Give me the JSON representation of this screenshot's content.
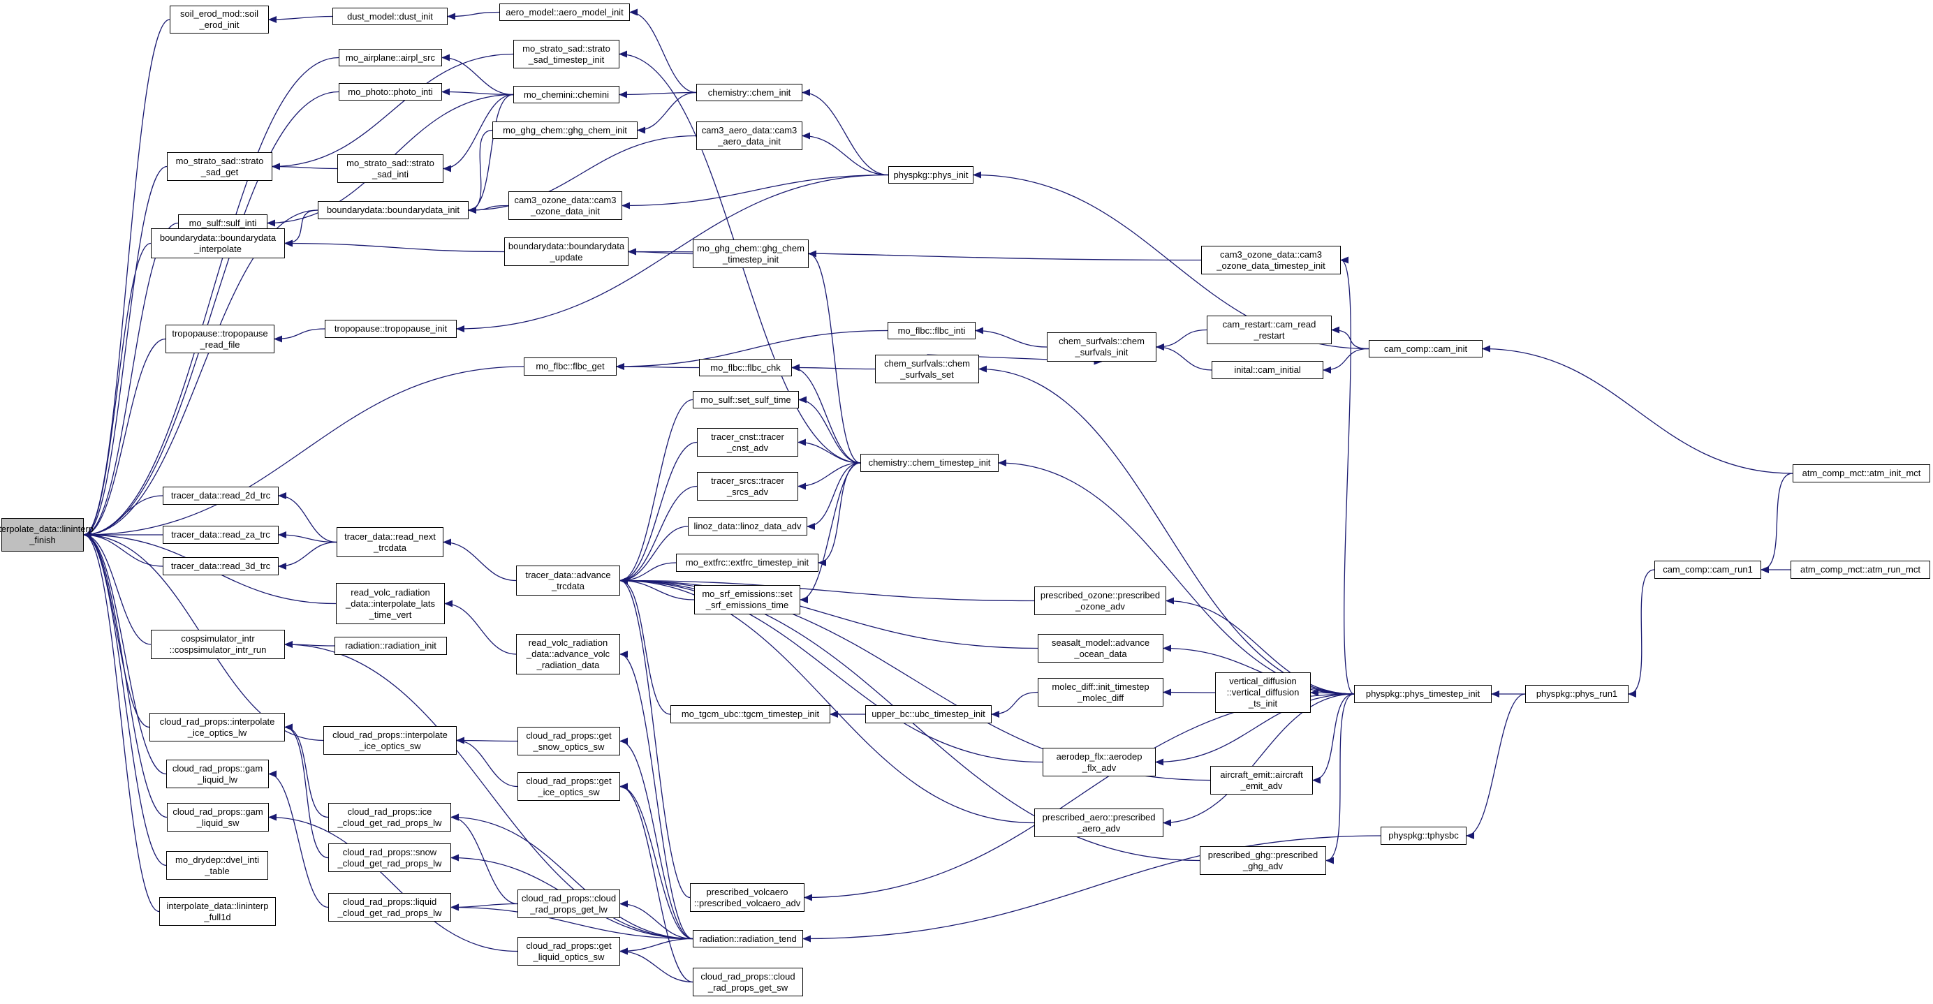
{
  "graph": {
    "root": "interpolate_data::lininterp_finish",
    "edge_color": "#191970",
    "node_border_color": "#000000",
    "root_fill_color": "#bfbfbf",
    "nodes": [
      {
        "id": "lininterp_finish",
        "label": "interpolate_data::lininterp\n_finish"
      },
      {
        "id": "soil_erod_init",
        "label": "soil_erod_mod::soil\n_erod_init"
      },
      {
        "id": "dust_init",
        "label": "dust_model::dust_init"
      },
      {
        "id": "aero_model_init",
        "label": "aero_model::aero_model_init"
      },
      {
        "id": "airpl_src",
        "label": "mo_airplane::airpl_src"
      },
      {
        "id": "strato_sad_timestep_init",
        "label": "mo_strato_sad::strato\n_sad_timestep_init"
      },
      {
        "id": "photo_inti",
        "label": "mo_photo::photo_inti"
      },
      {
        "id": "chemini",
        "label": "mo_chemini::chemini"
      },
      {
        "id": "chem_init",
        "label": "chemistry::chem_init"
      },
      {
        "id": "ghg_chem_init",
        "label": "mo_ghg_chem::ghg_chem_init"
      },
      {
        "id": "strato_sad_get",
        "label": "mo_strato_sad::strato\n_sad_get"
      },
      {
        "id": "strato_sad_inti",
        "label": "mo_strato_sad::strato\n_sad_inti"
      },
      {
        "id": "cam3_aero_data_init",
        "label": "cam3_aero_data::cam3\n_aero_data_init"
      },
      {
        "id": "phys_init",
        "label": "physpkg::phys_init"
      },
      {
        "id": "sulf_inti",
        "label": "mo_sulf::sulf_inti"
      },
      {
        "id": "cam3_ozone_data_init",
        "label": "cam3_ozone_data::cam3\n_ozone_data_init"
      },
      {
        "id": "boundarydata_init",
        "label": "boundarydata::boundarydata_init"
      },
      {
        "id": "boundarydata_interpolate",
        "label": "boundarydata::boundarydata\n_interpolate"
      },
      {
        "id": "boundarydata_update",
        "label": "boundarydata::boundarydata\n_update"
      },
      {
        "id": "ghg_chem_timestep_init",
        "label": "mo_ghg_chem::ghg_chem\n_timestep_init"
      },
      {
        "id": "cam3_ozone_data_timestep_init",
        "label": "cam3_ozone_data::cam3\n_ozone_data_timestep_init"
      },
      {
        "id": "tropopause_read_file",
        "label": "tropopause::tropopause\n_read_file"
      },
      {
        "id": "tropopause_init",
        "label": "tropopause::tropopause_init"
      },
      {
        "id": "cam_read_restart",
        "label": "cam_restart::cam_read\n_restart"
      },
      {
        "id": "flbc_inti",
        "label": "mo_flbc::flbc_inti"
      },
      {
        "id": "chem_surfvals_init",
        "label": "chem_surfvals::chem\n_surfvals_init"
      },
      {
        "id": "cam_init",
        "label": "cam_comp::cam_init"
      },
      {
        "id": "flbc_get",
        "label": "mo_flbc::flbc_get"
      },
      {
        "id": "flbc_chk",
        "label": "mo_flbc::flbc_chk"
      },
      {
        "id": "chem_surfvals_set",
        "label": "chem_surfvals::chem\n_surfvals_set"
      },
      {
        "id": "cam_initial",
        "label": "inital::cam_initial"
      },
      {
        "id": "set_sulf_time",
        "label": "mo_sulf::set_sulf_time"
      },
      {
        "id": "tracer_cnst_adv",
        "label": "tracer_cnst::tracer\n_cnst_adv"
      },
      {
        "id": "chem_timestep_init",
        "label": "chemistry::chem_timestep_init"
      },
      {
        "id": "atm_init_mct",
        "label": "atm_comp_mct::atm_init_mct"
      },
      {
        "id": "tracer_srcs_adv",
        "label": "tracer_srcs::tracer\n_srcs_adv"
      },
      {
        "id": "read_2d_trc",
        "label": "tracer_data::read_2d_trc"
      },
      {
        "id": "linoz_data_adv",
        "label": "linoz_data::linoz_data_adv"
      },
      {
        "id": "read_za_trc",
        "label": "tracer_data::read_za_trc"
      },
      {
        "id": "read_next_trcdata",
        "label": "tracer_data::read_next\n_trcdata"
      },
      {
        "id": "read_3d_trc",
        "label": "tracer_data::read_3d_trc"
      },
      {
        "id": "extfrc_timestep_init",
        "label": "mo_extfrc::extfrc_timestep_init"
      },
      {
        "id": "cam_run1",
        "label": "cam_comp::cam_run1"
      },
      {
        "id": "atm_run_mct",
        "label": "atm_comp_mct::atm_run_mct"
      },
      {
        "id": "interpolate_lats_time_vert",
        "label": "read_volc_radiation\n_data::interpolate_lats\n_time_vert"
      },
      {
        "id": "advance_trcdata",
        "label": "tracer_data::advance\n_trcdata"
      },
      {
        "id": "set_srf_emissions_time",
        "label": "mo_srf_emissions::set\n_srf_emissions_time"
      },
      {
        "id": "prescribed_ozone_adv",
        "label": "prescribed_ozone::prescribed\n_ozone_adv"
      },
      {
        "id": "cospsimulator_intr_run",
        "label": "cospsimulator_intr\n::cospsimulator_intr_run"
      },
      {
        "id": "radiation_init",
        "label": "radiation::radiation_init"
      },
      {
        "id": "advance_volc_radiation_data",
        "label": "read_volc_radiation\n_data::advance_volc\n_radiation_data"
      },
      {
        "id": "advance_ocean_data",
        "label": "seasalt_model::advance\n_ocean_data"
      },
      {
        "id": "init_timestep_molec_diff",
        "label": "molec_diff::init_timestep\n_molec_diff"
      },
      {
        "id": "vertical_diffusion_ts_init",
        "label": "vertical_diffusion\n::vertical_diffusion\n_ts_init"
      },
      {
        "id": "phys_timestep_init",
        "label": "physpkg::phys_timestep_init"
      },
      {
        "id": "phys_run1",
        "label": "physpkg::phys_run1"
      },
      {
        "id": "interpolate_ice_optics_lw",
        "label": "cloud_rad_props::interpolate\n_ice_optics_lw"
      },
      {
        "id": "interpolate_ice_optics_sw",
        "label": "cloud_rad_props::interpolate\n_ice_optics_sw"
      },
      {
        "id": "tgcm_timestep_init",
        "label": "mo_tgcm_ubc::tgcm_timestep_init"
      },
      {
        "id": "ubc_timestep_init",
        "label": "upper_bc::ubc_timestep_init"
      },
      {
        "id": "gam_liquid_lw",
        "label": "cloud_rad_props::gam\n_liquid_lw"
      },
      {
        "id": "get_snow_optics_sw",
        "label": "cloud_rad_props::get\n_snow_optics_sw"
      },
      {
        "id": "aerodep_flx_adv",
        "label": "aerodep_flx::aerodep\n_flx_adv"
      },
      {
        "id": "get_ice_optics_sw",
        "label": "cloud_rad_props::get\n_ice_optics_sw"
      },
      {
        "id": "aircraft_emit_adv",
        "label": "aircraft_emit::aircraft\n_emit_adv"
      },
      {
        "id": "gam_liquid_sw",
        "label": "cloud_rad_props::gam\n_liquid_sw"
      },
      {
        "id": "ice_cloud_get_rad_props_lw",
        "label": "cloud_rad_props::ice\n_cloud_get_rad_props_lw"
      },
      {
        "id": "prescribed_aero_adv",
        "label": "prescribed_aero::prescribed\n_aero_adv"
      },
      {
        "id": "tphysbc",
        "label": "physpkg::tphysbc"
      },
      {
        "id": "snow_cloud_get_rad_props_lw",
        "label": "cloud_rad_props::snow\n_cloud_get_rad_props_lw"
      },
      {
        "id": "prescribed_ghg_adv",
        "label": "prescribed_ghg::prescribed\n_ghg_adv"
      },
      {
        "id": "dvel_inti_table",
        "label": "mo_drydep::dvel_inti\n_table"
      },
      {
        "id": "prescribed_volcaero_adv",
        "label": "prescribed_volcaero\n::prescribed_volcaero_adv"
      },
      {
        "id": "liquid_cloud_get_rad_props_lw",
        "label": "cloud_rad_props::liquid\n_cloud_get_rad_props_lw"
      },
      {
        "id": "cloud_rad_props_get_lw",
        "label": "cloud_rad_props::cloud\n_rad_props_get_lw"
      },
      {
        "id": "lininterp_full1d",
        "label": "interpolate_data::lininterp\n_full1d"
      },
      {
        "id": "radiation_tend",
        "label": "radiation::radiation_tend"
      },
      {
        "id": "get_liquid_optics_sw",
        "label": "cloud_rad_props::get\n_liquid_optics_sw"
      },
      {
        "id": "cloud_rad_props_get_sw",
        "label": "cloud_rad_props::cloud\n_rad_props_get_sw"
      }
    ],
    "edges": [
      [
        "soil_erod_init",
        "lininterp_finish"
      ],
      [
        "airpl_src",
        "lininterp_finish"
      ],
      [
        "photo_inti",
        "lininterp_finish"
      ],
      [
        "strato_sad_get",
        "lininterp_finish"
      ],
      [
        "sulf_inti",
        "lininterp_finish"
      ],
      [
        "boundarydata_interpolate",
        "lininterp_finish"
      ],
      [
        "tropopause_read_file",
        "lininterp_finish"
      ],
      [
        "flbc_get",
        "lininterp_finish"
      ],
      [
        "read_2d_trc",
        "lininterp_finish"
      ],
      [
        "read_za_trc",
        "lininterp_finish"
      ],
      [
        "read_3d_trc",
        "lininterp_finish"
      ],
      [
        "interpolate_lats_time_vert",
        "lininterp_finish"
      ],
      [
        "cospsimulator_intr_run",
        "lininterp_finish"
      ],
      [
        "interpolate_ice_optics_sw",
        "lininterp_finish"
      ],
      [
        "interpolate_ice_optics_lw",
        "lininterp_finish"
      ],
      [
        "gam_liquid_lw",
        "lininterp_finish"
      ],
      [
        "gam_liquid_sw",
        "lininterp_finish"
      ],
      [
        "dvel_inti_table",
        "lininterp_finish"
      ],
      [
        "lininterp_full1d",
        "lininterp_finish"
      ],
      [
        "boundarydata_init",
        "lininterp_finish"
      ],
      [
        "dust_init",
        "soil_erod_init"
      ],
      [
        "aero_model_init",
        "dust_init"
      ],
      [
        "chem_init",
        "aero_model_init"
      ],
      [
        "chemini",
        "airpl_src"
      ],
      [
        "chemini",
        "photo_inti"
      ],
      [
        "chem_init",
        "chemini"
      ],
      [
        "strato_sad_inti",
        "strato_sad_get"
      ],
      [
        "strato_sad_timestep_init",
        "strato_sad_get"
      ],
      [
        "chemini",
        "strato_sad_inti"
      ],
      [
        "chem_timestep_init",
        "strato_sad_timestep_init"
      ],
      [
        "chemini",
        "sulf_inti"
      ],
      [
        "phys_init",
        "chem_init"
      ],
      [
        "chem_init",
        "ghg_chem_init"
      ],
      [
        "ghg_chem_init",
        "boundarydata_init"
      ],
      [
        "cam3_aero_data_init",
        "boundarydata_init"
      ],
      [
        "cam3_ozone_data_init",
        "boundarydata_init"
      ],
      [
        "chemini",
        "boundarydata_init"
      ],
      [
        "boundarydata_init",
        "boundarydata_interpolate"
      ],
      [
        "boundarydata_update",
        "boundarydata_interpolate"
      ],
      [
        "ghg_chem_timestep_init",
        "boundarydata_update"
      ],
      [
        "cam3_ozone_data_timestep_init",
        "boundarydata_update"
      ],
      [
        "phys_init",
        "cam3_aero_data_init"
      ],
      [
        "phys_init",
        "cam3_ozone_data_init"
      ],
      [
        "cam_init",
        "phys_init"
      ],
      [
        "tropopause_init",
        "tropopause_read_file"
      ],
      [
        "phys_init",
        "tropopause_init"
      ],
      [
        "flbc_inti",
        "flbc_get"
      ],
      [
        "flbc_chk",
        "flbc_get"
      ],
      [
        "chem_surfvals_init",
        "flbc_inti"
      ],
      [
        "chem_surfvals_set",
        "flbc_chk"
      ],
      [
        "chem_timestep_init",
        "flbc_chk"
      ],
      [
        "cam_read_restart",
        "chem_surfvals_init"
      ],
      [
        "cam_initial",
        "chem_surfvals_init"
      ],
      [
        "chem_surfvals_set",
        "chem_surfvals_init"
      ],
      [
        "cam_init",
        "cam_read_restart"
      ],
      [
        "cam_init",
        "cam_initial"
      ],
      [
        "atm_init_mct",
        "cam_init"
      ],
      [
        "phys_timestep_init",
        "chem_surfvals_set"
      ],
      [
        "chem_timestep_init",
        "ghg_chem_timestep_init"
      ],
      [
        "phys_timestep_init",
        "cam3_ozone_data_timestep_init"
      ],
      [
        "phys_timestep_init",
        "chem_timestep_init"
      ],
      [
        "read_next_trcdata",
        "read_2d_trc"
      ],
      [
        "read_next_trcdata",
        "read_za_trc"
      ],
      [
        "read_next_trcdata",
        "read_3d_trc"
      ],
      [
        "advance_trcdata",
        "read_next_trcdata"
      ],
      [
        "set_sulf_time",
        "advance_trcdata"
      ],
      [
        "tracer_cnst_adv",
        "advance_trcdata"
      ],
      [
        "tracer_srcs_adv",
        "advance_trcdata"
      ],
      [
        "linoz_data_adv",
        "advance_trcdata"
      ],
      [
        "extfrc_timestep_init",
        "advance_trcdata"
      ],
      [
        "set_srf_emissions_time",
        "advance_trcdata"
      ],
      [
        "prescribed_ozone_adv",
        "advance_trcdata"
      ],
      [
        "advance_ocean_data",
        "advance_trcdata"
      ],
      [
        "tgcm_timestep_init",
        "advance_trcdata"
      ],
      [
        "aerodep_flx_adv",
        "advance_trcdata"
      ],
      [
        "aircraft_emit_adv",
        "advance_trcdata"
      ],
      [
        "prescribed_aero_adv",
        "advance_trcdata"
      ],
      [
        "prescribed_ghg_adv",
        "advance_trcdata"
      ],
      [
        "prescribed_volcaero_adv",
        "advance_trcdata"
      ],
      [
        "chem_timestep_init",
        "set_sulf_time"
      ],
      [
        "chem_timestep_init",
        "tracer_cnst_adv"
      ],
      [
        "chem_timestep_init",
        "tracer_srcs_adv"
      ],
      [
        "chem_timestep_init",
        "linoz_data_adv"
      ],
      [
        "chem_timestep_init",
        "extfrc_timestep_init"
      ],
      [
        "chem_timestep_init",
        "set_srf_emissions_time"
      ],
      [
        "advance_volc_radiation_data",
        "interpolate_lats_time_vert"
      ],
      [
        "radiation_tend",
        "advance_volc_radiation_data"
      ],
      [
        "radiation_init",
        "cospsimulator_intr_run"
      ],
      [
        "radiation_tend",
        "cospsimulator_intr_run"
      ],
      [
        "phys_timestep_init",
        "prescribed_ozone_adv"
      ],
      [
        "phys_timestep_init",
        "advance_ocean_data"
      ],
      [
        "ubc_timestep_init",
        "tgcm_timestep_init"
      ],
      [
        "init_timestep_molec_diff",
        "ubc_timestep_init"
      ],
      [
        "vertical_diffusion_ts_init",
        "init_timestep_molec_diff"
      ],
      [
        "phys_timestep_init",
        "vertical_diffusion_ts_init"
      ],
      [
        "phys_timestep_init",
        "aerodep_flx_adv"
      ],
      [
        "phys_timestep_init",
        "aircraft_emit_adv"
      ],
      [
        "phys_timestep_init",
        "prescribed_aero_adv"
      ],
      [
        "phys_timestep_init",
        "prescribed_ghg_adv"
      ],
      [
        "phys_timestep_init",
        "prescribed_volcaero_adv"
      ],
      [
        "phys_run1",
        "phys_timestep_init"
      ],
      [
        "cam_run1",
        "phys_run1"
      ],
      [
        "atm_init_mct",
        "cam_run1"
      ],
      [
        "atm_run_mct",
        "cam_run1"
      ],
      [
        "phys_run1",
        "tphysbc"
      ],
      [
        "tphysbc",
        "radiation_tend"
      ],
      [
        "ice_cloud_get_rad_props_lw",
        "interpolate_ice_optics_lw"
      ],
      [
        "snow_cloud_get_rad_props_lw",
        "interpolate_ice_optics_lw"
      ],
      [
        "get_snow_optics_sw",
        "interpolate_ice_optics_sw"
      ],
      [
        "get_ice_optics_sw",
        "interpolate_ice_optics_sw"
      ],
      [
        "liquid_cloud_get_rad_props_lw",
        "gam_liquid_lw"
      ],
      [
        "get_liquid_optics_sw",
        "gam_liquid_sw"
      ],
      [
        "cloud_rad_props_get_lw",
        "ice_cloud_get_rad_props_lw"
      ],
      [
        "radiation_tend",
        "ice_cloud_get_rad_props_lw"
      ],
      [
        "radiation_tend",
        "snow_cloud_get_rad_props_lw"
      ],
      [
        "cloud_rad_props_get_lw",
        "liquid_cloud_get_rad_props_lw"
      ],
      [
        "radiation_tend",
        "liquid_cloud_get_rad_props_lw"
      ],
      [
        "radiation_tend",
        "get_snow_optics_sw"
      ],
      [
        "radiation_tend",
        "get_ice_optics_sw"
      ],
      [
        "cloud_rad_props_get_sw",
        "get_ice_optics_sw"
      ],
      [
        "radiation_tend",
        "cloud_rad_props_get_lw"
      ],
      [
        "radiation_tend",
        "get_liquid_optics_sw"
      ],
      [
        "cloud_rad_props_get_sw",
        "get_liquid_optics_sw"
      ]
    ]
  }
}
